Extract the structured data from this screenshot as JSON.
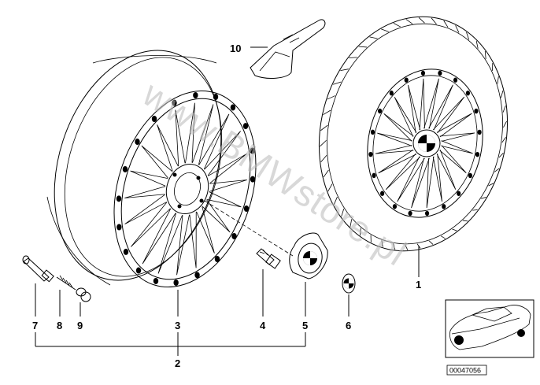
{
  "callouts": {
    "c1": "1",
    "c2": "2",
    "c3": "3",
    "c4": "4",
    "c5": "5",
    "c6": "6",
    "c7": "7",
    "c8": "8",
    "c9": "9",
    "c10": "10"
  },
  "watermark": "www.BMWstore.pl",
  "inset": {
    "code": "00047056"
  },
  "colors": {
    "line": "#000000",
    "watermark": "#b8b8b8",
    "background": "#ffffff"
  }
}
